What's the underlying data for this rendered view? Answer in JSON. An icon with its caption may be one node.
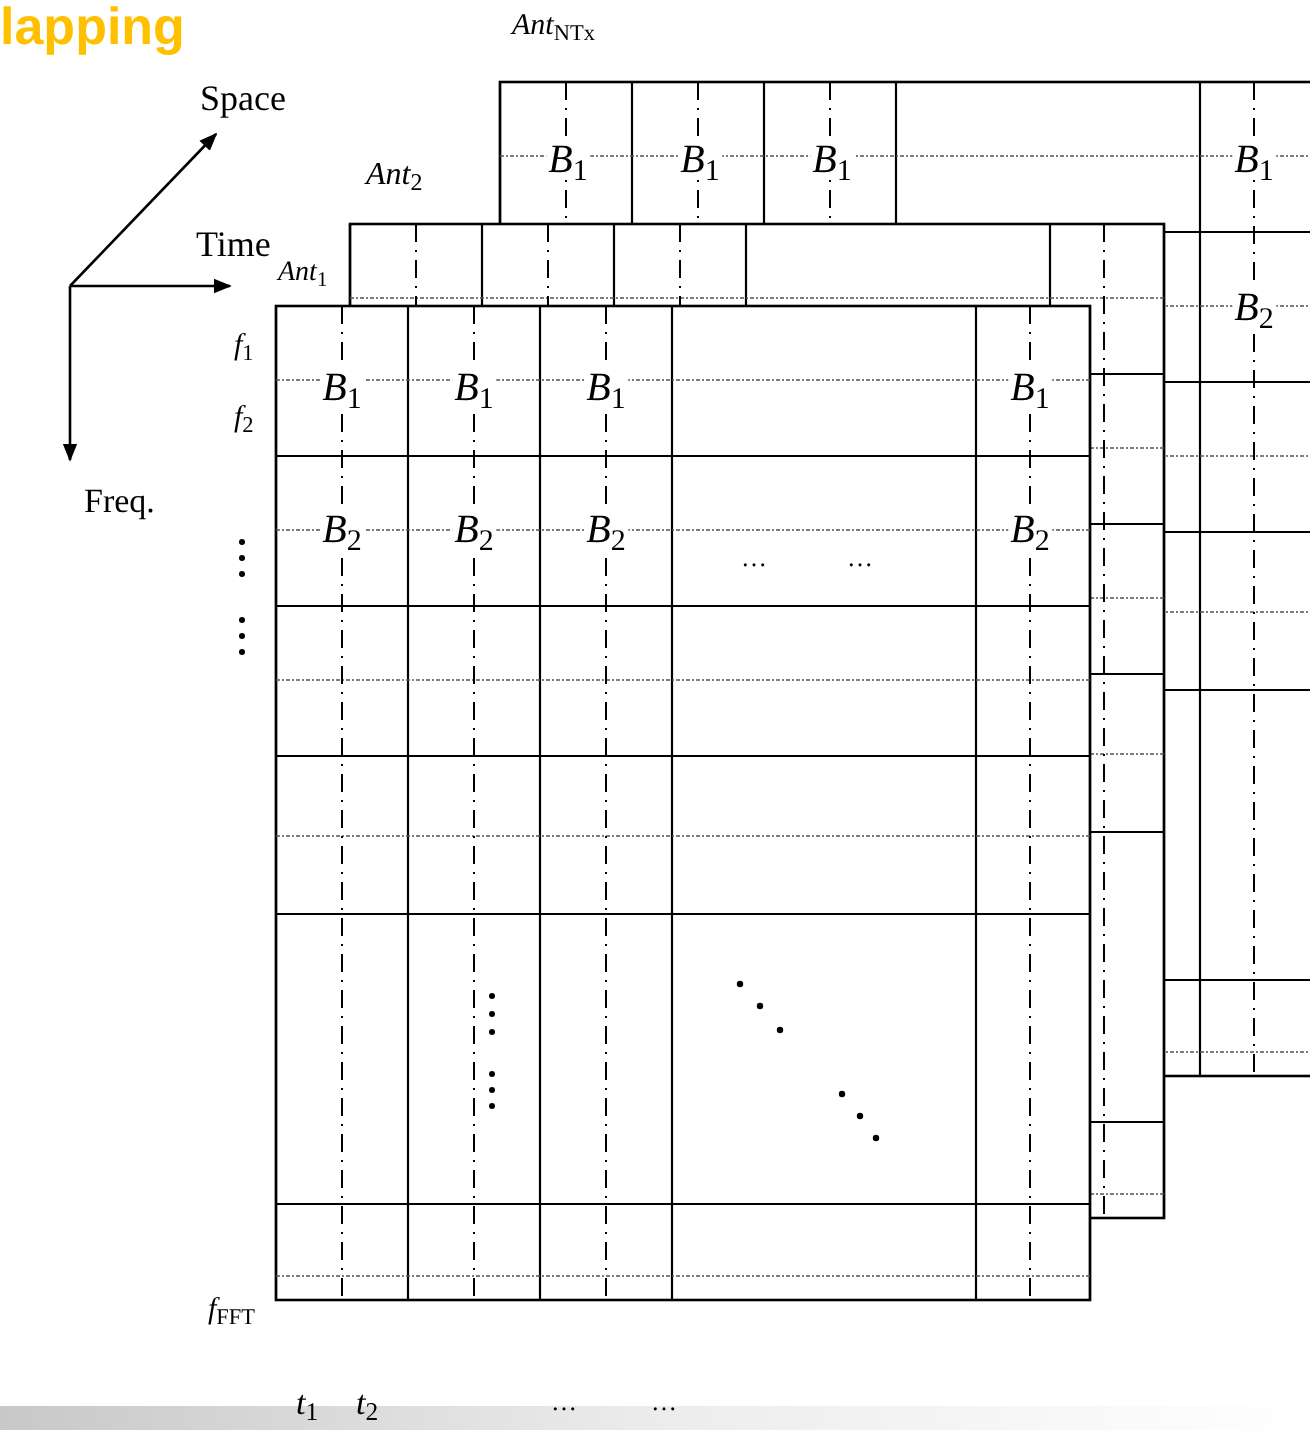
{
  "diagram": {
    "labels": [
      "lapping",
      "*Ant*$_{NTx}$",
      "*B*$_{1}$",
      "*B*$_{1}$",
      "*B*$_{1}$",
      "*B*$_{1}$",
      "Space",
      "*Ant*$_{2}$",
      "Time",
      "*Ant*$_{1}$",
      "*B*$_{2}$",
      "*f*$_{1}$",
      "*B*$_{1}$",
      "*B*$_{1}$",
      "*B*$_{1}$",
      "*B*$_{1}$",
      "*f*$_{2}$",
      "Freq.",
      "*B*$_{2}$",
      "*B*$_{2}$",
      "*B*$_{2}$",
      "*B*$_{2}$",
      "…",
      "…",
      "*f*$_{FFT}$",
      "*t*$_{1}$",
      "*t*$_{2}$",
      "…",
      "…"
    ]
  }
}
